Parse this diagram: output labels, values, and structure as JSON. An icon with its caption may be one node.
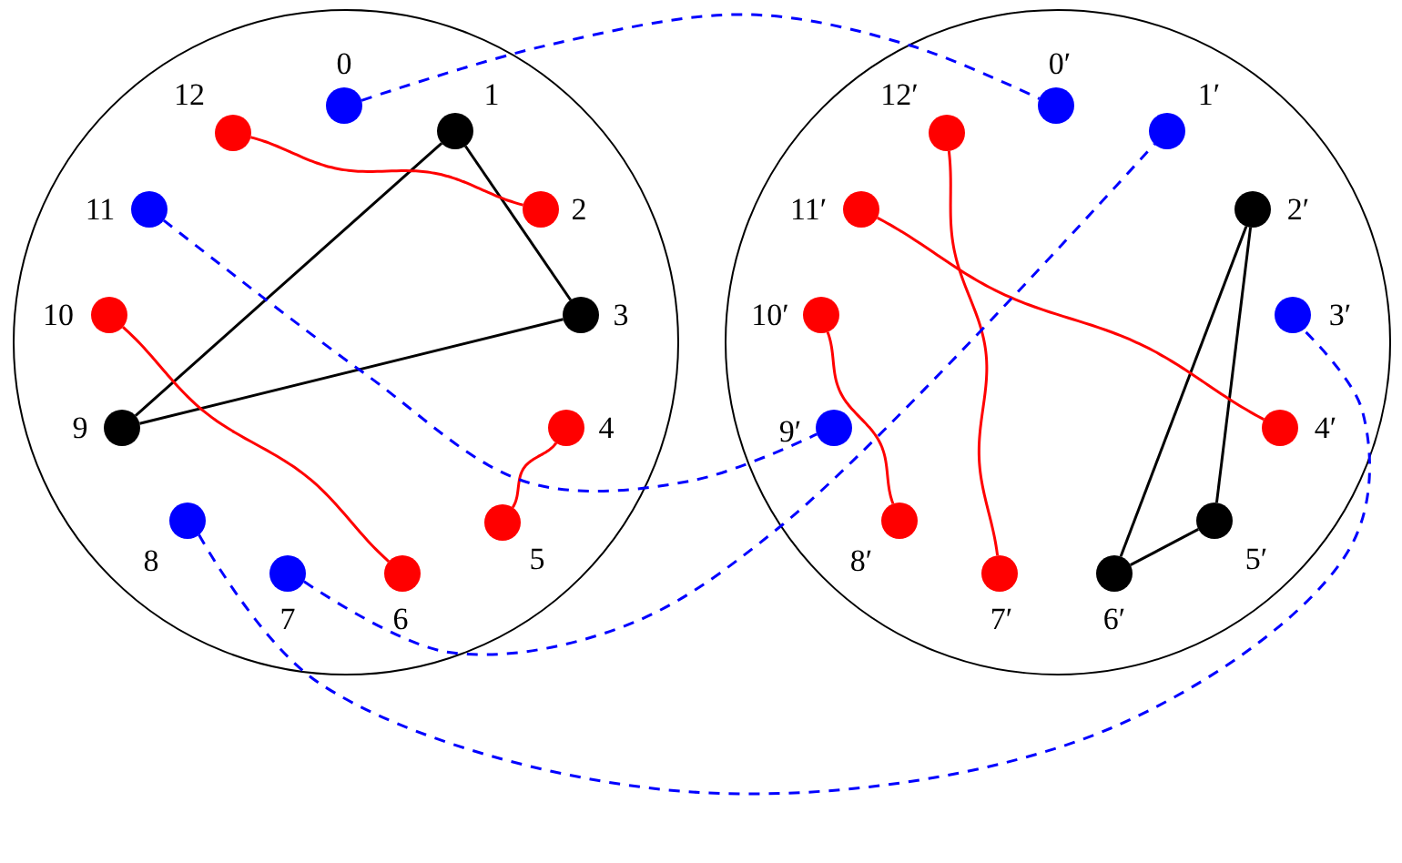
{
  "diagram": {
    "nodes": [
      {
        "text": [],
        "shape": "circle"
      },
      {
        "text": [],
        "shape": "circle"
      },
      {
        "text": [],
        "shape": "circle",
        "in": 0,
        "beside": [
          "0"
        ]
      },
      {
        "text": [],
        "shape": "circle",
        "in": 0,
        "beside": [
          "1"
        ]
      },
      {
        "text": [],
        "shape": "circle",
        "in": 0,
        "beside": [
          "2"
        ]
      },
      {
        "text": [],
        "shape": "circle",
        "in": 0,
        "beside": [
          "3"
        ]
      },
      {
        "text": [],
        "shape": "circle",
        "in": 0,
        "beside": [
          "4"
        ]
      },
      {
        "text": [],
        "shape": "circle",
        "in": 0,
        "beside": [
          "5"
        ]
      },
      {
        "text": [],
        "shape": "circle",
        "in": 0,
        "beside": [
          "6"
        ]
      },
      {
        "text": [],
        "shape": "circle",
        "in": 0,
        "beside": [
          "7"
        ]
      },
      {
        "text": [],
        "shape": "circle",
        "in": 0,
        "beside": [
          "8"
        ]
      },
      {
        "text": [],
        "shape": "circle",
        "in": 0,
        "beside": [
          "9"
        ]
      },
      {
        "text": [],
        "shape": "circle",
        "in": 0,
        "beside": [
          "10"
        ]
      },
      {
        "text": [],
        "shape": "circle",
        "in": 0,
        "beside": [
          "11"
        ]
      },
      {
        "text": [],
        "shape": "circle",
        "in": 0,
        "beside": [
          "12"
        ]
      },
      {
        "text": [],
        "shape": "circle",
        "in": 1,
        "beside": [
          "0′"
        ]
      },
      {
        "text": [],
        "shape": "circle",
        "in": 1,
        "beside": [
          "1′"
        ]
      },
      {
        "text": [],
        "shape": "circle",
        "in": 1,
        "beside": [
          "2′"
        ]
      },
      {
        "text": [],
        "shape": "circle",
        "in": 1,
        "beside": [
          "3′"
        ]
      },
      {
        "text": [],
        "shape": "circle",
        "in": 1,
        "beside": [
          "4′"
        ]
      },
      {
        "text": [],
        "shape": "circle",
        "in": 1,
        "beside": [
          "5′"
        ]
      },
      {
        "text": [],
        "shape": "circle",
        "in": 1,
        "beside": [
          "6′"
        ]
      },
      {
        "text": [],
        "shape": "circle",
        "in": 1,
        "beside": [
          "7′"
        ]
      },
      {
        "text": [],
        "shape": "circle",
        "in": 1,
        "beside": [
          "8′"
        ]
      },
      {
        "text": [],
        "shape": "circle",
        "in": 1,
        "beside": [
          "9′"
        ]
      },
      {
        "text": [],
        "shape": "circle",
        "in": 1,
        "beside": [
          "10′"
        ]
      },
      {
        "text": [],
        "shape": "circle",
        "in": 1,
        "beside": [
          "11′"
        ]
      },
      {
        "text": [],
        "shape": "circle",
        "in": 1,
        "beside": [
          "12′"
        ]
      }
    ],
    "edges": [
      {
        "from": 3,
        "to": 5,
        "arrow": "none"
      },
      {
        "from": 3,
        "to": 11,
        "arrow": "none"
      },
      {
        "from": 5,
        "to": 11,
        "arrow": "none"
      },
      {
        "from": 17,
        "to": 21,
        "arrow": "none"
      },
      {
        "from": 17,
        "to": 20,
        "arrow": "none"
      },
      {
        "from": 20,
        "to": 21,
        "arrow": "none"
      },
      {
        "from": 14,
        "to": 4,
        "arrow": "none",
        "color": "#ff0000"
      },
      {
        "from": 12,
        "to": 8,
        "arrow": "none",
        "color": "#ff0000"
      },
      {
        "from": 6,
        "to": 7,
        "arrow": "none",
        "color": "#ff0000"
      },
      {
        "from": 27,
        "to": 22,
        "arrow": "none",
        "color": "#ff0000"
      },
      {
        "from": 26,
        "to": 19,
        "arrow": "none",
        "color": "#ff0000"
      },
      {
        "from": 25,
        "to": 23,
        "arrow": "none",
        "color": "#ff0000"
      },
      {
        "from": 2,
        "to": 15,
        "arrow": "none",
        "style": "dashed",
        "color": "#0000ff"
      },
      {
        "from": 13,
        "to": 24,
        "arrow": "none",
        "style": "dashed",
        "color": "#0000ff"
      },
      {
        "from": 9,
        "to": 16,
        "arrow": "none",
        "style": "dashed",
        "color": "#0000ff"
      },
      {
        "from": 10,
        "to": 18,
        "arrow": "none",
        "style": "dashed",
        "color": "#0000ff"
      }
    ]
  }
}
